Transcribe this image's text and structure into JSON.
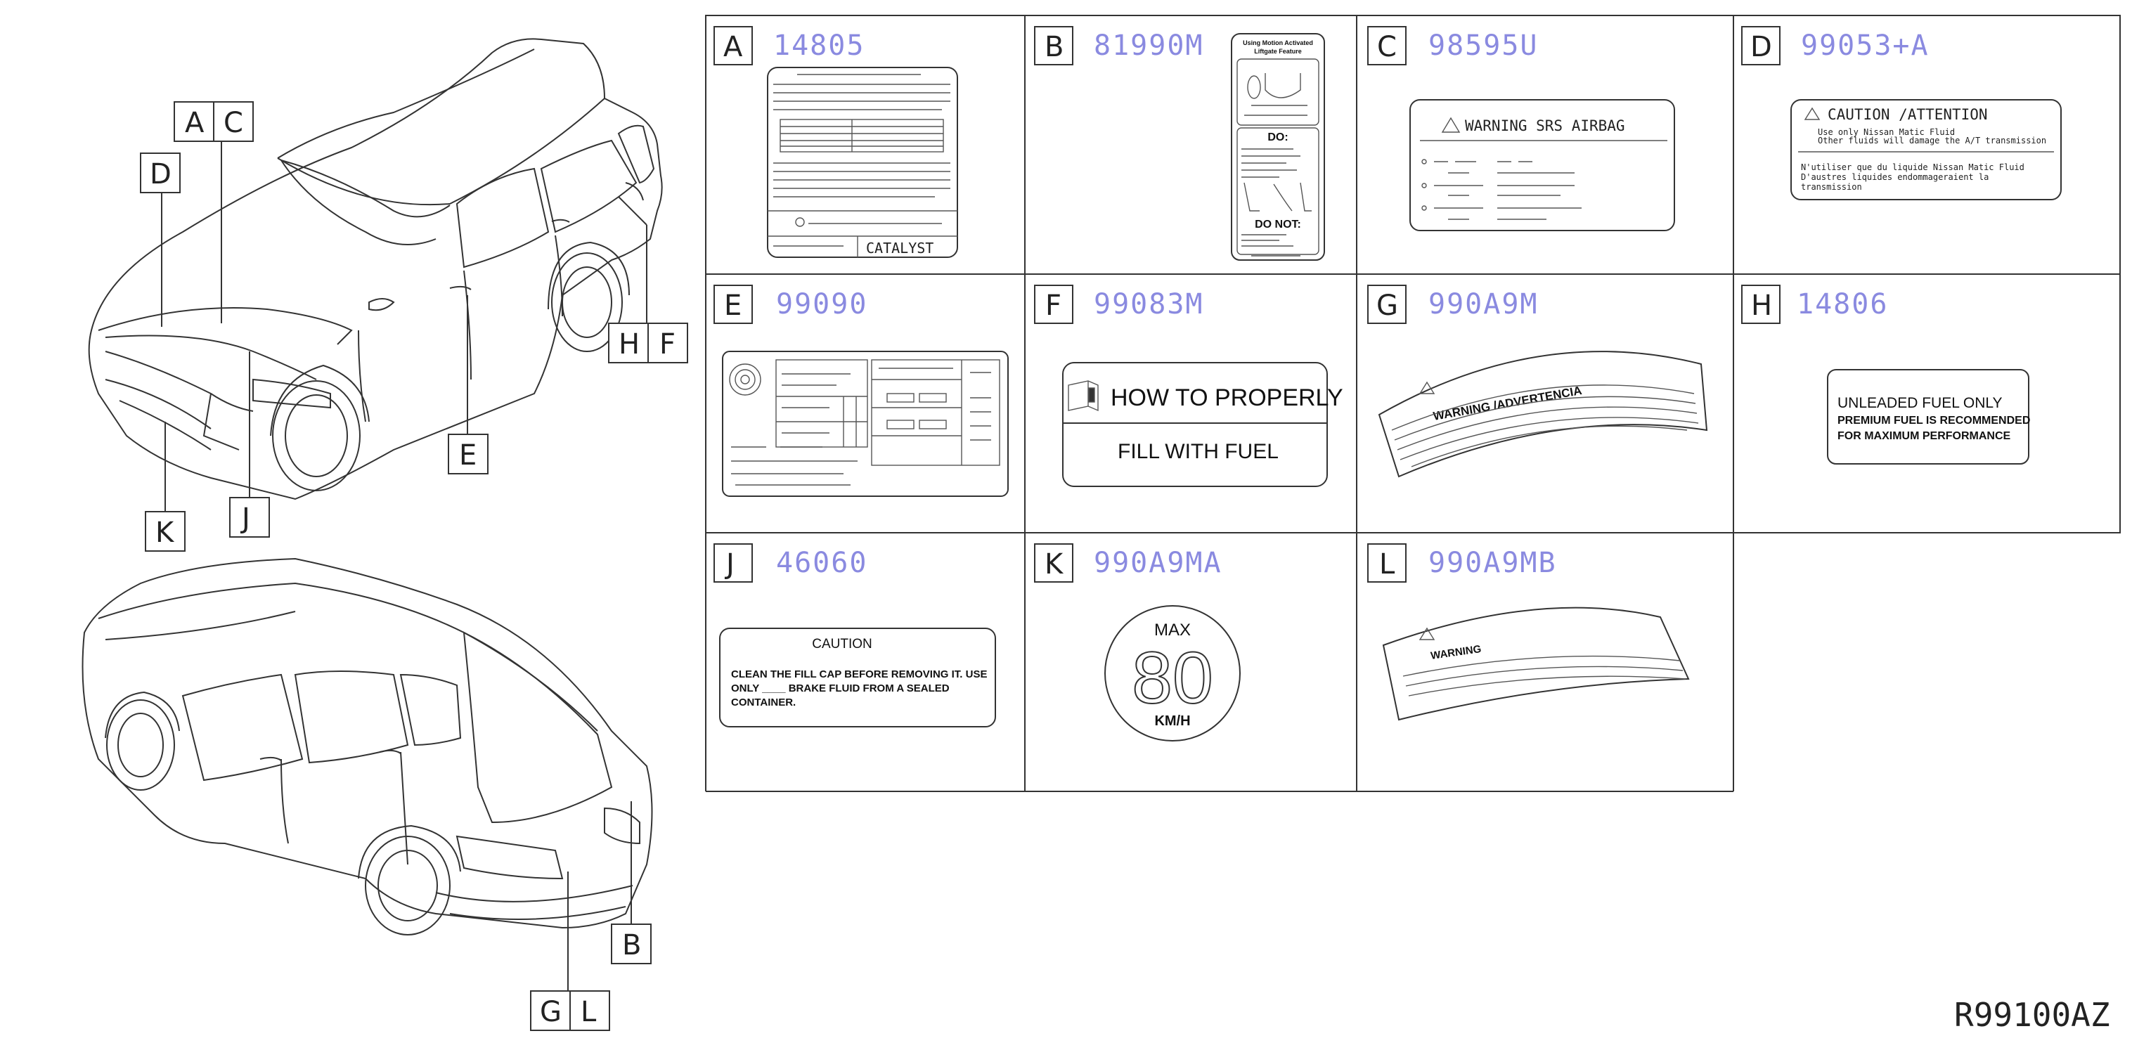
{
  "diagram_id": "R99100AZ",
  "callouts": {
    "A": "A",
    "C": "C",
    "D": "D",
    "H": "H",
    "F": "F",
    "E": "E",
    "K": "K",
    "J": "J",
    "B": "B",
    "G": "G",
    "L": "L"
  },
  "cells": [
    {
      "letter": "A",
      "part": "14805"
    },
    {
      "letter": "B",
      "part": "81990M"
    },
    {
      "letter": "C",
      "part": "98595U"
    },
    {
      "letter": "D",
      "part": "99053+A"
    },
    {
      "letter": "E",
      "part": "99090"
    },
    {
      "letter": "F",
      "part": "99083M"
    },
    {
      "letter": "G",
      "part": "990A9M"
    },
    {
      "letter": "H",
      "part": "14806"
    },
    {
      "letter": "J",
      "part": "46060"
    },
    {
      "letter": "K",
      "part": "990A9MA"
    },
    {
      "letter": "L",
      "part": "990A9MB"
    }
  ],
  "labels": {
    "a_catalyst": "CATALYST",
    "b_title1": "Using Motion Activated",
    "b_title2": "Liftgate Feature",
    "b_do": "DO:",
    "b_donot": "DO NOT:",
    "c_title": "WARNING SRS AIRBAG",
    "d_line1": "CAUTION /ATTENTION",
    "d_line2": "Use only Nissan Matic Fluid",
    "d_line3": "Other fluids will damage the A/T transmission",
    "d_line4": "N'utiliser que du liquide Nissan Matic Fluid",
    "d_line5": "D'austres liquides endommageraient la",
    "d_line6": "transmission",
    "f_line1": "HOW TO PROPERLY",
    "f_line2": "FILL WITH FUEL",
    "g_title": "WARNING /ADVERTENCIA",
    "h_line1": "UNLEADED FUEL ONLY",
    "h_line2": "PREMIUM FUEL IS RECOMMENDED",
    "h_line3": "FOR MAXIMUM PERFORMANCE",
    "j_title": "CAUTION",
    "j_line1": "CLEAN THE FILL CAP BEFORE REMOVING IT. USE",
    "j_line2": "ONLY ____ BRAKE FLUID FROM A SEALED",
    "j_line3": "CONTAINER.",
    "k_max": "MAX",
    "k_speed": "80",
    "k_unit": "KM/H",
    "l_title": "WARNING"
  }
}
